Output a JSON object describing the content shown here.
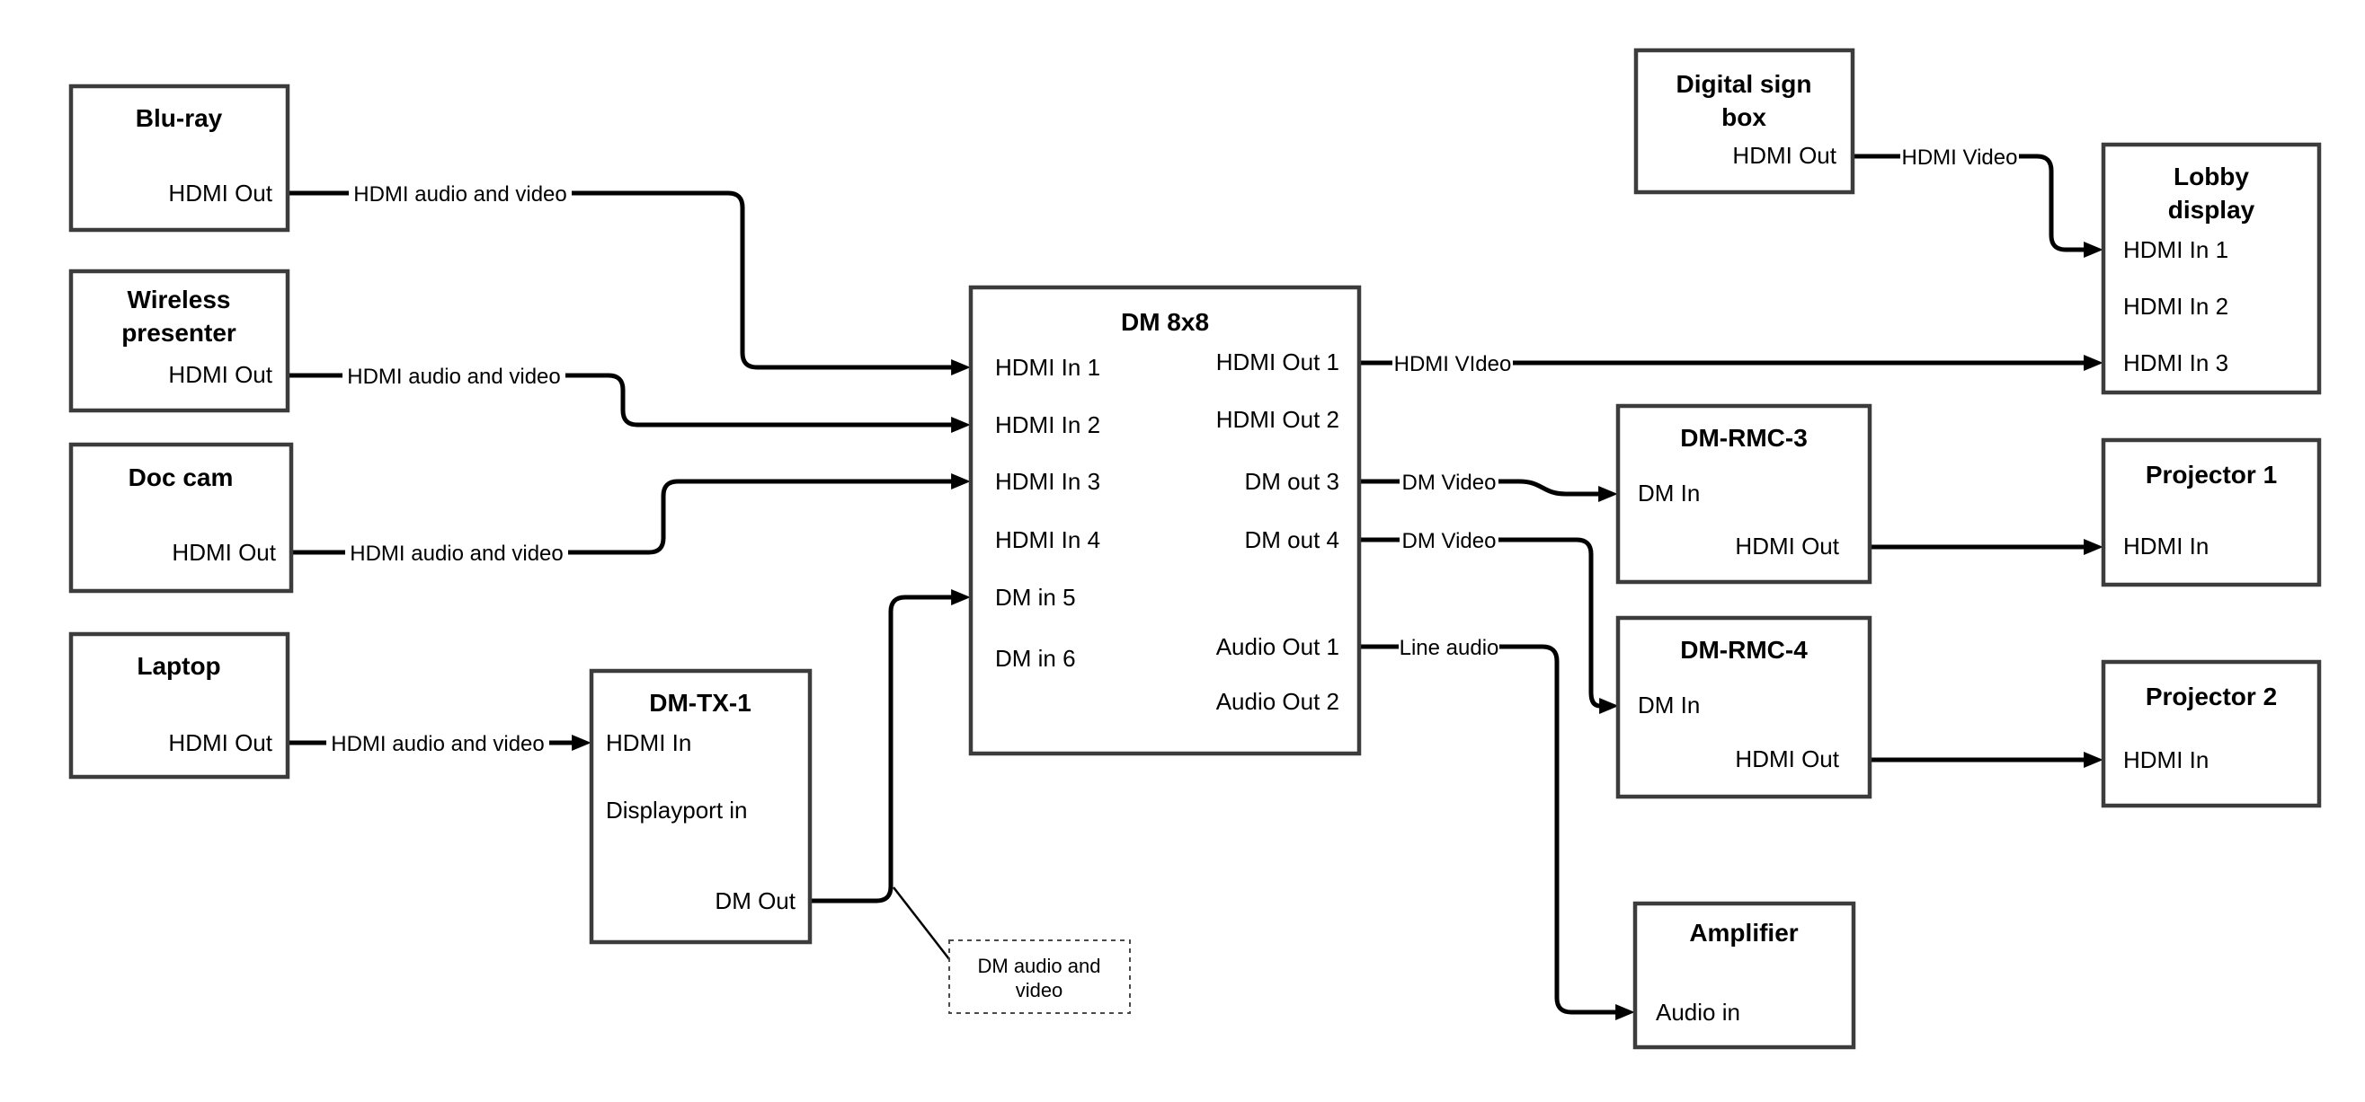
{
  "colors": {
    "background": "#ffffff",
    "box_border": "#3c3c3c",
    "wire": "#000000",
    "text": "#000000"
  },
  "nodes": {
    "bluray": {
      "title": "Blu-ray",
      "port_out": "HDMI Out"
    },
    "wireless_presenter": {
      "title_line1": "Wireless",
      "title_line2": "presenter",
      "port_out": "HDMI Out"
    },
    "doc_cam": {
      "title": "Doc cam",
      "port_out": "HDMI Out"
    },
    "laptop": {
      "title": "Laptop",
      "port_out": "HDMI Out"
    },
    "dm_tx_1": {
      "title": "DM-TX-1",
      "port_hdmi_in": "HDMI In",
      "port_displayport_in": "Displayport in",
      "port_dm_out": "DM Out"
    },
    "dm_8x8": {
      "title": "DM 8x8",
      "ports_left": [
        "HDMI In 1",
        "HDMI In 2",
        "HDMI In 3",
        "HDMI In 4",
        "DM in 5",
        "DM in 6"
      ],
      "ports_right": [
        "HDMI Out 1",
        "HDMI Out 2",
        "DM out 3",
        "DM out 4",
        "Audio Out 1",
        "Audio Out 2"
      ]
    },
    "digital_sign_box": {
      "title_line1": "Digital sign",
      "title_line2": "box",
      "port_out": "HDMI Out"
    },
    "lobby_display": {
      "title_line1": "Lobby",
      "title_line2": "display",
      "ports": [
        "HDMI In 1",
        "HDMI In 2",
        "HDMI In 3"
      ]
    },
    "dm_rmc_3": {
      "title": "DM-RMC-3",
      "port_dm_in": "DM In",
      "port_hdmi_out": "HDMI Out"
    },
    "projector_1": {
      "title": "Projector 1",
      "port_in": "HDMI In"
    },
    "dm_rmc_4": {
      "title": "DM-RMC-4",
      "port_dm_in": "DM In",
      "port_hdmi_out": "HDMI Out"
    },
    "projector_2": {
      "title": "Projector 2",
      "port_in": "HDMI In"
    },
    "amplifier": {
      "title": "Amplifier",
      "port_audio_in": "Audio in"
    }
  },
  "edge_labels": {
    "bluray_to_dm8x8": "HDMI audio and video",
    "wireless_to_dm8x8": "HDMI audio and video",
    "doccam_to_dm8x8": "HDMI audio and video",
    "laptop_to_dmtx1": "HDMI audio and video",
    "hdmiout1_to_lobby": "HDMI VIdeo",
    "dmout3_to_rmc3": "DM Video",
    "dmout4_to_rmc4": "DM Video",
    "audioout1_to_amplifier": "Line audio",
    "digitalsign_to_lobby": "HDMI Video"
  },
  "note": {
    "line1": "DM audio and",
    "line2": "video"
  }
}
